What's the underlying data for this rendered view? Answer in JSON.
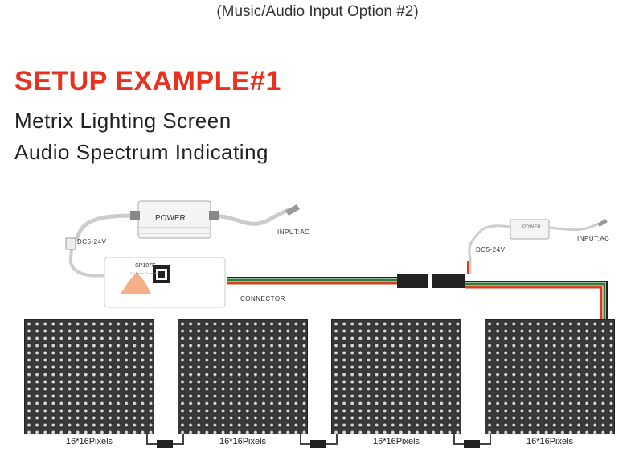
{
  "subtitle": "(Music/Audio Input Option #2)",
  "title": "SETUP EXAMPLE#1",
  "lines": [
    "Metrix Lighting Screen",
    "Audio Spectrum Indicating"
  ],
  "diagram": {
    "power_label": "POWER",
    "input_ac": "INPUT:AC",
    "dc_label": "DC5-24V",
    "controller_model": "SP107E",
    "controller_sub": "LED Music Controller",
    "connector_label": "CONNECTOR",
    "panels": [
      "16*16Pixels",
      "16*16Pixels",
      "16*16Pixels",
      "16*16Pixels"
    ]
  },
  "colors": {
    "title": "#e8321f",
    "wire_green": "#2f7d3e",
    "wire_red": "#d2401f"
  }
}
